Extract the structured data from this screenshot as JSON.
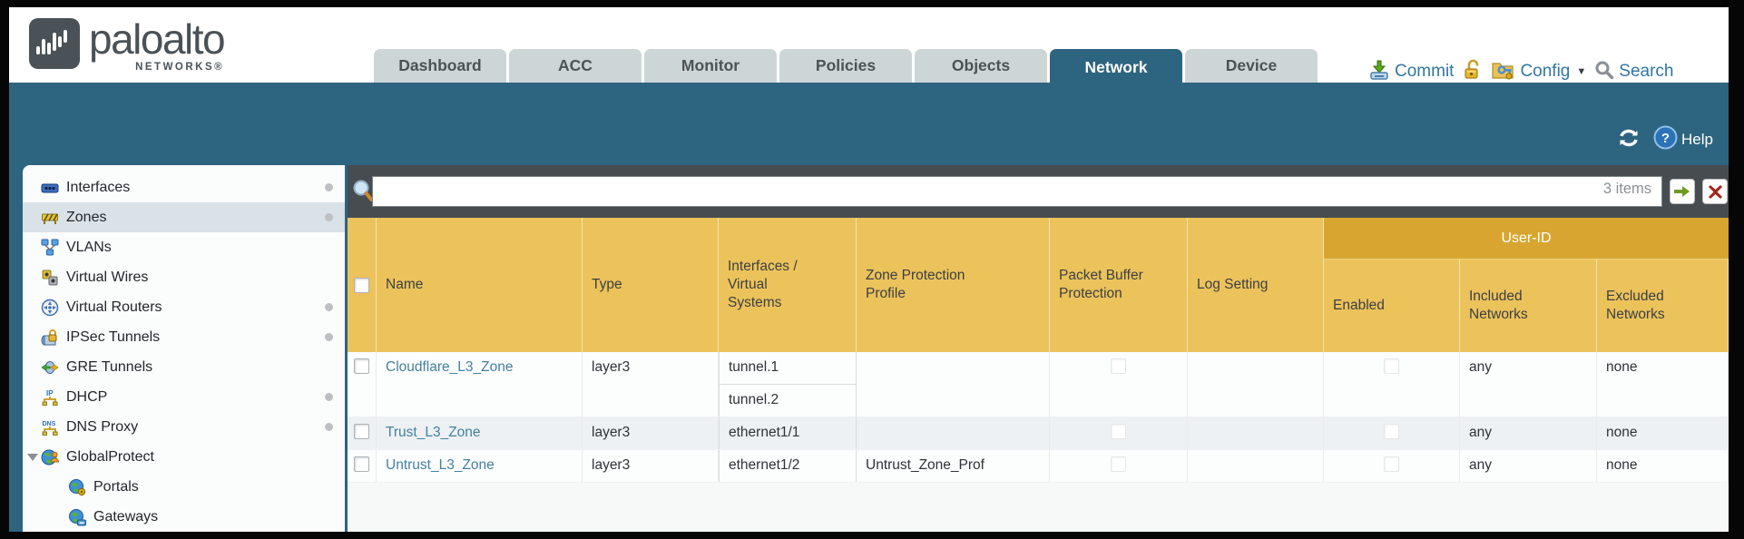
{
  "header": {
    "logo_primary": "paloalto",
    "logo_secondary": "NETWORKS®",
    "tabs": [
      {
        "label": "Dashboard",
        "active": false
      },
      {
        "label": "ACC",
        "active": false
      },
      {
        "label": "Monitor",
        "active": false
      },
      {
        "label": "Policies",
        "active": false
      },
      {
        "label": "Objects",
        "active": false
      },
      {
        "label": "Network",
        "active": true
      },
      {
        "label": "Device",
        "active": false
      }
    ],
    "utilities": {
      "commit_label": "Commit",
      "config_label": "Config",
      "search_label": "Search"
    }
  },
  "band": {
    "help_label": "Help"
  },
  "filter": {
    "value": "",
    "count_label": "3 items"
  },
  "sidebar": {
    "items": [
      {
        "label": "Interfaces",
        "icon": "interfaces-icon",
        "selected": false,
        "dot": true,
        "indent": false,
        "expander": false
      },
      {
        "label": "Zones",
        "icon": "zones-icon",
        "selected": true,
        "dot": true,
        "indent": false,
        "expander": false
      },
      {
        "label": "VLANs",
        "icon": "vlans-icon",
        "selected": false,
        "dot": false,
        "indent": false,
        "expander": false
      },
      {
        "label": "Virtual Wires",
        "icon": "virtual-wires-icon",
        "selected": false,
        "dot": false,
        "indent": false,
        "expander": false
      },
      {
        "label": "Virtual Routers",
        "icon": "virtual-routers-icon",
        "selected": false,
        "dot": true,
        "indent": false,
        "expander": false
      },
      {
        "label": "IPSec Tunnels",
        "icon": "ipsec-tunnels-icon",
        "selected": false,
        "dot": true,
        "indent": false,
        "expander": false
      },
      {
        "label": "GRE Tunnels",
        "icon": "gre-tunnels-icon",
        "selected": false,
        "dot": false,
        "indent": false,
        "expander": false
      },
      {
        "label": "DHCP",
        "icon": "dhcp-icon",
        "selected": false,
        "dot": true,
        "indent": false,
        "expander": false
      },
      {
        "label": "DNS Proxy",
        "icon": "dns-proxy-icon",
        "selected": false,
        "dot": true,
        "indent": false,
        "expander": false
      },
      {
        "label": "GlobalProtect",
        "icon": "globalprotect-icon",
        "selected": false,
        "dot": false,
        "indent": false,
        "expander": true
      },
      {
        "label": "Portals",
        "icon": "portals-icon",
        "selected": false,
        "dot": false,
        "indent": true,
        "expander": false
      },
      {
        "label": "Gateways",
        "icon": "gateways-icon",
        "selected": false,
        "dot": false,
        "indent": true,
        "expander": false
      }
    ]
  },
  "table": {
    "group_header_label": "User-ID",
    "columns": [
      {
        "id": "select",
        "label": ""
      },
      {
        "id": "name",
        "label": "Name"
      },
      {
        "id": "type",
        "label": "Type"
      },
      {
        "id": "interfaces",
        "label": "Interfaces /\nVirtual\nSystems"
      },
      {
        "id": "zone_protection_profile",
        "label": "Zone Protection\nProfile"
      },
      {
        "id": "packet_buffer_protection",
        "label": "Packet Buffer\nProtection"
      },
      {
        "id": "log_setting",
        "label": "Log Setting"
      },
      {
        "id": "enabled",
        "label": "Enabled",
        "group": "User-ID"
      },
      {
        "id": "included_networks",
        "label": "Included\nNetworks",
        "group": "User-ID"
      },
      {
        "id": "excluded_networks",
        "label": "Excluded\nNetworks",
        "group": "User-ID"
      }
    ],
    "rows": [
      {
        "selected": false,
        "name": "Cloudflare_L3_Zone",
        "type": "layer3",
        "interfaces": [
          "tunnel.1",
          "tunnel.2"
        ],
        "zone_protection_profile": "",
        "packet_buffer_checked": false,
        "log_setting": "",
        "enabled_checked": false,
        "included_networks": "any",
        "excluded_networks": "none"
      },
      {
        "selected": false,
        "name": "Trust_L3_Zone",
        "type": "layer3",
        "interfaces": [
          "ethernet1/1"
        ],
        "zone_protection_profile": "",
        "packet_buffer_checked": false,
        "log_setting": "",
        "enabled_checked": false,
        "included_networks": "any",
        "excluded_networks": "none"
      },
      {
        "selected": false,
        "name": "Untrust_L3_Zone",
        "type": "layer3",
        "interfaces": [
          "ethernet1/2"
        ],
        "zone_protection_profile": "Untrust_Zone_Prof",
        "packet_buffer_checked": false,
        "log_setting": "",
        "enabled_checked": false,
        "included_networks": "any",
        "excluded_networks": "none"
      }
    ]
  },
  "colors": {
    "teal_band": "#2d6480",
    "inactive_tab": "#ccd6d6",
    "amber_header": "#ecc25b",
    "amber_group": "#d8a630",
    "filter_bar": "#474c51",
    "link": "#44819e",
    "utility_link": "#3077a3",
    "alt_row": "#edf1f3",
    "frame": "#000000"
  }
}
